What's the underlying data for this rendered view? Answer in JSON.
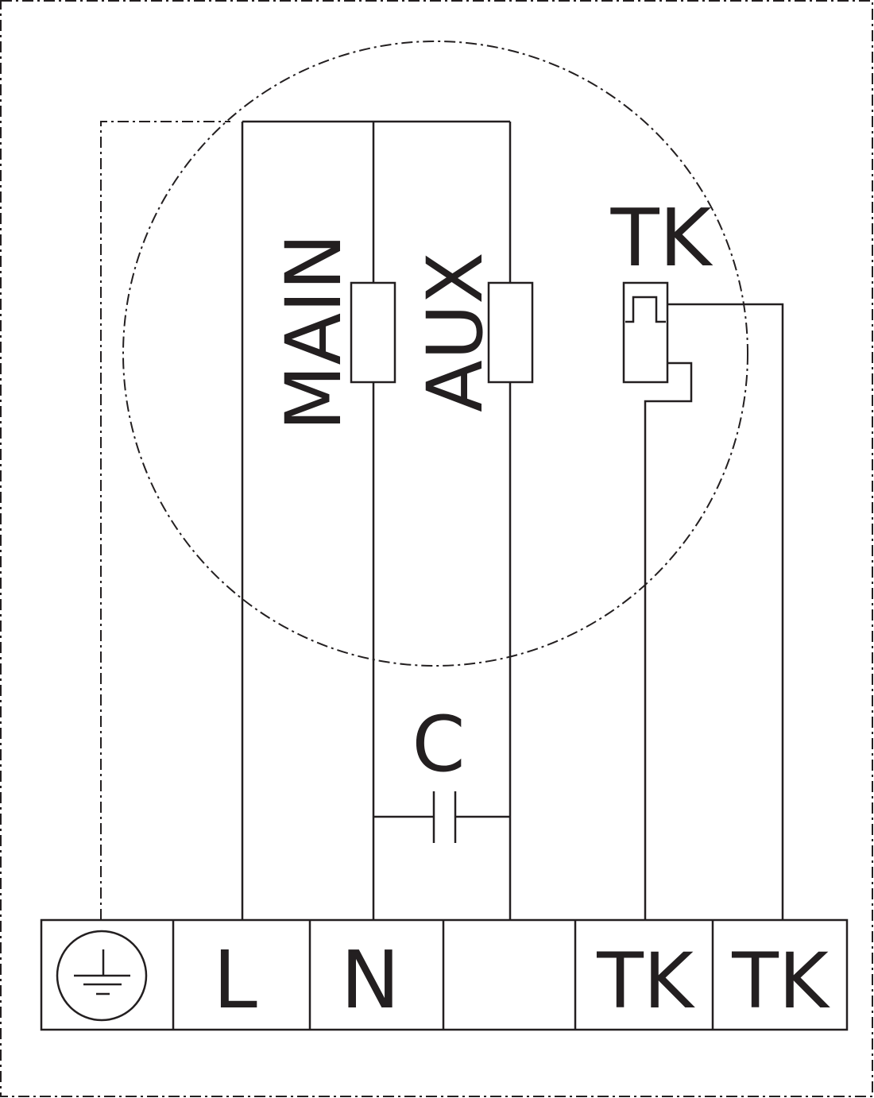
{
  "diagram": {
    "type": "motor wiring diagram",
    "colors": {
      "line": "#231f20",
      "background": "#ffffff"
    },
    "windings": {
      "main_label": "MAIN",
      "aux_label": "AUX"
    },
    "thermal_contact_label": "TK",
    "capacitor_label": "C",
    "terminals": [
      {
        "label": "",
        "icon": "ground-icon"
      },
      {
        "label": "L"
      },
      {
        "label": "N"
      },
      {
        "label": ""
      },
      {
        "label": "TK"
      },
      {
        "label": "TK"
      }
    ]
  }
}
